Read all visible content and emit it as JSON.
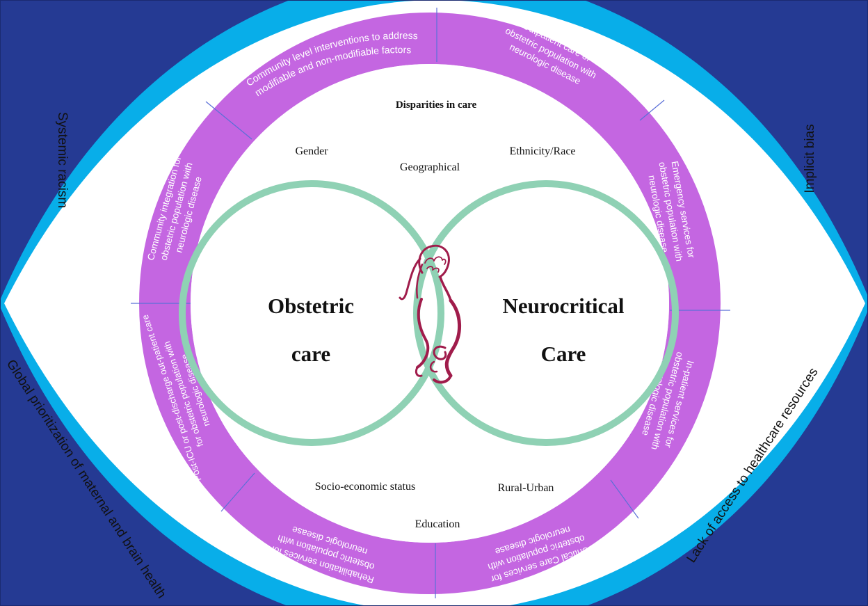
{
  "colors": {
    "navy": "#253a93",
    "sky": "#08aee9",
    "purple": "#c466e1",
    "segment_line": "#5a6fd8",
    "venn": "#8fd1b4",
    "figure": "#a01c4b",
    "text_dark": "#111111",
    "text_light": "#ffffff"
  },
  "outer_labels": {
    "top_left": "Systemic racism",
    "top_right": "Implicit bias",
    "bottom_left": "Global prioritization of maternal and brain health",
    "bottom_right": "Lack of access to healthcare resources"
  },
  "ring_segments": [
    {
      "lines": [
        "Community level interventions to address",
        "modifiable and non-modifiable factors"
      ]
    },
    {
      "lines": [
        "Outpatient care of",
        "obstetric population with",
        "neurologic disease"
      ]
    },
    {
      "lines": [
        "Emergency services for",
        "obstetric population with",
        "neurologic disease"
      ]
    },
    {
      "lines": [
        "In-patient services for",
        "obstetric population with",
        "neurologic disease"
      ]
    },
    {
      "lines": [
        "Critical Care services for",
        "obstetric population with",
        "neurologic disease"
      ]
    },
    {
      "lines": [
        "Rehabilitation services for",
        "obstetric population with",
        "neurologic disease"
      ]
    },
    {
      "lines": [
        "Post-ICU or post-discharge out-patient care",
        "for obstetric population with",
        "neurologic disease"
      ]
    },
    {
      "lines": [
        "Community integration for",
        "obstetric population with",
        "neurologic disease"
      ]
    }
  ],
  "inner": {
    "heading": "Disparities in care",
    "factors": {
      "gender": "Gender",
      "geographical": "Geographical",
      "ethnicity": "Ethnicity/Race",
      "socioeconomic": "Socio-economic status",
      "rural_urban": "Rural-Urban",
      "education": "Education"
    }
  },
  "venn": {
    "left": {
      "line1": "Obstetric",
      "line2": "care"
    },
    "right": {
      "line1": "Neurocritical",
      "line2": "Care"
    }
  },
  "icons": {
    "center": "pregnant-woman-brain-icon"
  }
}
